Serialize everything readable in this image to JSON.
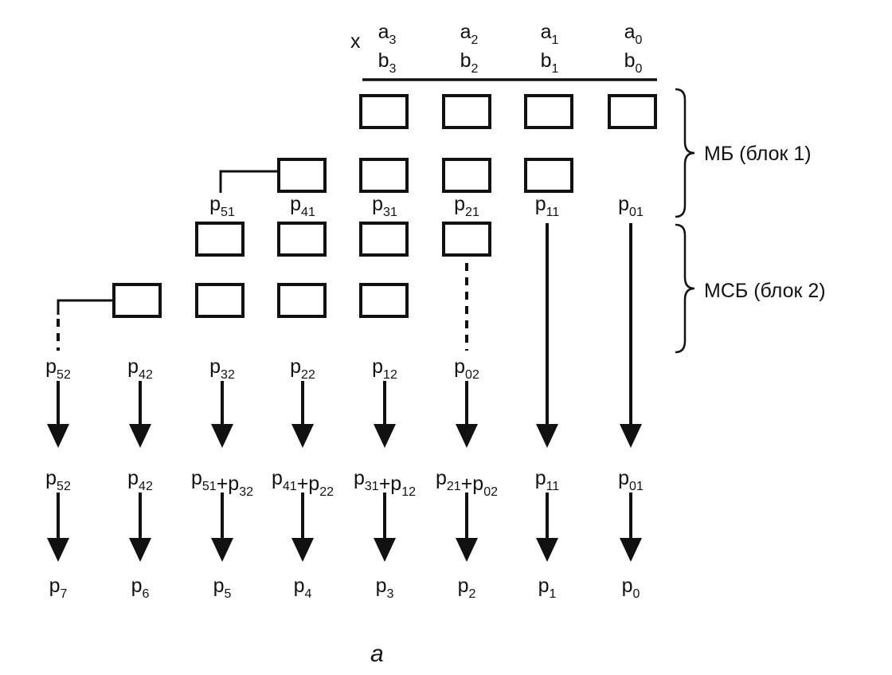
{
  "operator": "x",
  "multiplicand": [
    {
      "base": "a",
      "sub": "3"
    },
    {
      "base": "a",
      "sub": "2"
    },
    {
      "base": "a",
      "sub": "1"
    },
    {
      "base": "a",
      "sub": "0"
    }
  ],
  "multiplier": [
    {
      "base": "b",
      "sub": "3"
    },
    {
      "base": "b",
      "sub": "2"
    },
    {
      "base": "b",
      "sub": "1"
    },
    {
      "base": "b",
      "sub": "0"
    }
  ],
  "block1": {
    "label": "МБ (блок 1)"
  },
  "block2": {
    "label": "МСБ (блок 2)"
  },
  "partials_row1": [
    [
      {
        "base": "p",
        "sub": "51"
      }
    ],
    [
      {
        "base": "p",
        "sub": "41"
      }
    ],
    [
      {
        "base": "p",
        "sub": "31"
      }
    ],
    [
      {
        "base": "p",
        "sub": "21"
      }
    ],
    [
      {
        "base": "p",
        "sub": "11"
      }
    ],
    [
      {
        "base": "p",
        "sub": "01"
      }
    ]
  ],
  "partials_row2": [
    [
      {
        "base": "p",
        "sub": "52"
      }
    ],
    [
      {
        "base": "p",
        "sub": "42"
      }
    ],
    [
      {
        "base": "p",
        "sub": "32"
      }
    ],
    [
      {
        "base": "p",
        "sub": "22"
      }
    ],
    [
      {
        "base": "p",
        "sub": "12"
      }
    ],
    [
      {
        "base": "p",
        "sub": "02"
      }
    ]
  ],
  "sums": [
    [
      {
        "base": "p",
        "sub": "52"
      }
    ],
    [
      {
        "base": "p",
        "sub": "42"
      }
    ],
    [
      {
        "base": "p",
        "sub": "51"
      },
      {
        "base": "+p",
        "sub": "32"
      }
    ],
    [
      {
        "base": "p",
        "sub": "41"
      },
      {
        "base": "+p",
        "sub": "22"
      }
    ],
    [
      {
        "base": "p",
        "sub": "31"
      },
      {
        "base": "+p",
        "sub": "12"
      }
    ],
    [
      {
        "base": "p",
        "sub": "21"
      },
      {
        "base": "+p",
        "sub": "02"
      }
    ],
    [
      {
        "base": "p",
        "sub": "11"
      }
    ],
    [
      {
        "base": "p",
        "sub": "01"
      }
    ]
  ],
  "products": [
    [
      {
        "base": "p",
        "sub": "7"
      }
    ],
    [
      {
        "base": "p",
        "sub": "6"
      }
    ],
    [
      {
        "base": "p",
        "sub": "5"
      }
    ],
    [
      {
        "base": "p",
        "sub": "4"
      }
    ],
    [
      {
        "base": "p",
        "sub": "3"
      }
    ],
    [
      {
        "base": "p",
        "sub": "2"
      }
    ],
    [
      {
        "base": "p",
        "sub": "1"
      }
    ],
    [
      {
        "base": "p",
        "sub": "0"
      }
    ]
  ],
  "caption": "a"
}
